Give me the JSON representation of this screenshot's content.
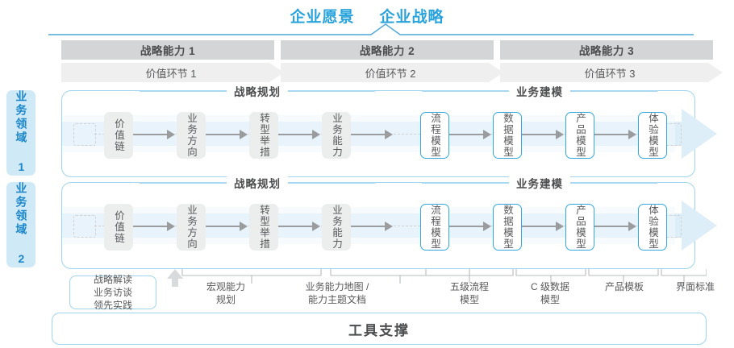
{
  "header": {
    "titles": [
      "企业愿景",
      "企业战略"
    ],
    "accent_color": "#29a3dc"
  },
  "capabilities": [
    {
      "label": "战略能力 1"
    },
    {
      "label": "战略能力 2"
    },
    {
      "label": "战略能力 3"
    }
  ],
  "value_chain": [
    {
      "label": "价值环节 1"
    },
    {
      "label": "价值环节 2"
    },
    {
      "label": "价值环节 3"
    }
  ],
  "domains": [
    {
      "side_label": "业务领域 1",
      "sections": [
        {
          "title": "战略规划"
        },
        {
          "title": "业务建模"
        }
      ],
      "nodes": [
        {
          "label": "价值链",
          "style": "gray"
        },
        {
          "label": "业务方向",
          "style": "gray"
        },
        {
          "label": "转型举措",
          "style": "gray"
        },
        {
          "label": "业务能力",
          "style": "gray"
        },
        {
          "label": "流程模型",
          "style": "blue"
        },
        {
          "label": "数据模型",
          "style": "blue"
        },
        {
          "label": "产品模型",
          "style": "blue"
        },
        {
          "label": "体验模型",
          "style": "blue"
        }
      ]
    },
    {
      "side_label": "业务领域 2",
      "sections": [
        {
          "title": "战略规划"
        },
        {
          "title": "业务建模"
        }
      ],
      "nodes": [
        {
          "label": "价值链",
          "style": "gray"
        },
        {
          "label": "业务方向",
          "style": "gray"
        },
        {
          "label": "转型举措",
          "style": "gray"
        },
        {
          "label": "业务能力",
          "style": "gray"
        },
        {
          "label": "流程模型",
          "style": "blue"
        },
        {
          "label": "数据模型",
          "style": "blue"
        },
        {
          "label": "产品模型",
          "style": "blue"
        },
        {
          "label": "体验模型",
          "style": "blue"
        }
      ]
    }
  ],
  "footer": {
    "callout_box": "战略解读\n业务访谈\n领先实践",
    "labels": [
      {
        "text": "宏观能力\n规划"
      },
      {
        "text": "业务能力地图 /\n能力主题文档"
      },
      {
        "text": "五级流程\n模型"
      },
      {
        "text": "C 级数据\n模型"
      },
      {
        "text": "产品模板"
      },
      {
        "text": "界面标准"
      }
    ],
    "tool_support": "工具支撑"
  },
  "colors": {
    "accent_blue": "#29a3dc",
    "node_blue_border": "#34a7dd",
    "panel_border": "#9fd5ef",
    "gray_block": "#d3d5d6",
    "band": "#f2f8fd",
    "side_label_bg": "#cfe9f7"
  }
}
